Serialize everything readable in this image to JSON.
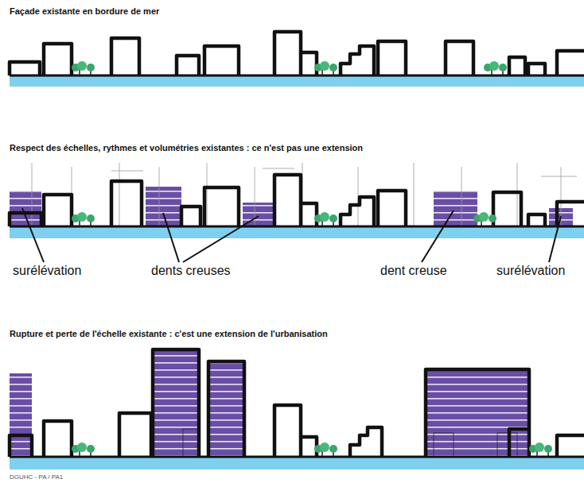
{
  "diagram": {
    "labels": [
      "Façade existante en bordure de mer",
      "Respect des échelles, rythmes et volumétries existantes : ce n'est pas une extension",
      "surélévation",
      "dents creuses",
      "dent creuse",
      "surélévation",
      "Rupture et perte de l'échelle existante : c'est une extension de l'urbanisation",
      "DGUHC - PA / PA1"
    ]
  }
}
